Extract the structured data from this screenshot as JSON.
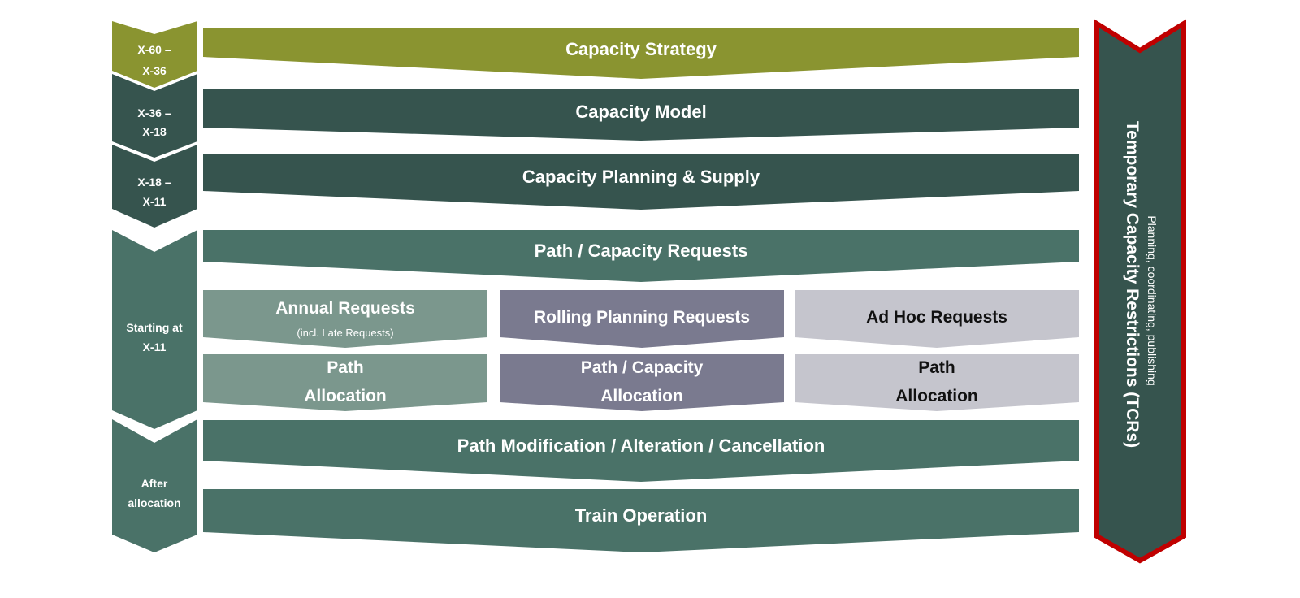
{
  "phases": [
    {
      "line1": "X-60 –",
      "line2": "X-36"
    },
    {
      "line1": "X-36 –",
      "line2": "X-18"
    },
    {
      "line1": "X-18 –",
      "line2": "X-11"
    },
    {
      "line1": "Starting at",
      "line2": "X-11"
    },
    {
      "line1": "After",
      "line2": "allocation"
    }
  ],
  "bars": {
    "capacity_strategy": "Capacity Strategy",
    "capacity_model": "Capacity Model",
    "capacity_planning": "Capacity Planning & Supply",
    "path_requests": "Path / Capacity Requests",
    "path_modification": "Path Modification / Alteration / Cancellation",
    "train_operation": "Train Operation"
  },
  "requests": {
    "annual": {
      "title": "Annual Requests",
      "subtitle": "(incl. Late Requests)",
      "alloc1": "Path",
      "alloc2": "Allocation"
    },
    "rolling": {
      "title": "Rolling Planning Requests",
      "alloc1": "Path / Capacity",
      "alloc2": "Allocation"
    },
    "adhoc": {
      "title": "Ad Hoc Requests",
      "alloc1": "Path",
      "alloc2": "Allocation"
    }
  },
  "tcr": {
    "title": "Temporary Capacity Restrictions (TCRs)",
    "subtitle": "Planning, coordinating, publishing"
  },
  "colors": {
    "olive": "#8a9430",
    "dark_green": "#36544e",
    "mid_green": "#4a7268",
    "annual": "#7b978d",
    "rolling": "#7a7a8f",
    "adhoc": "#c5c5cd",
    "tcr_border": "#c00000"
  }
}
